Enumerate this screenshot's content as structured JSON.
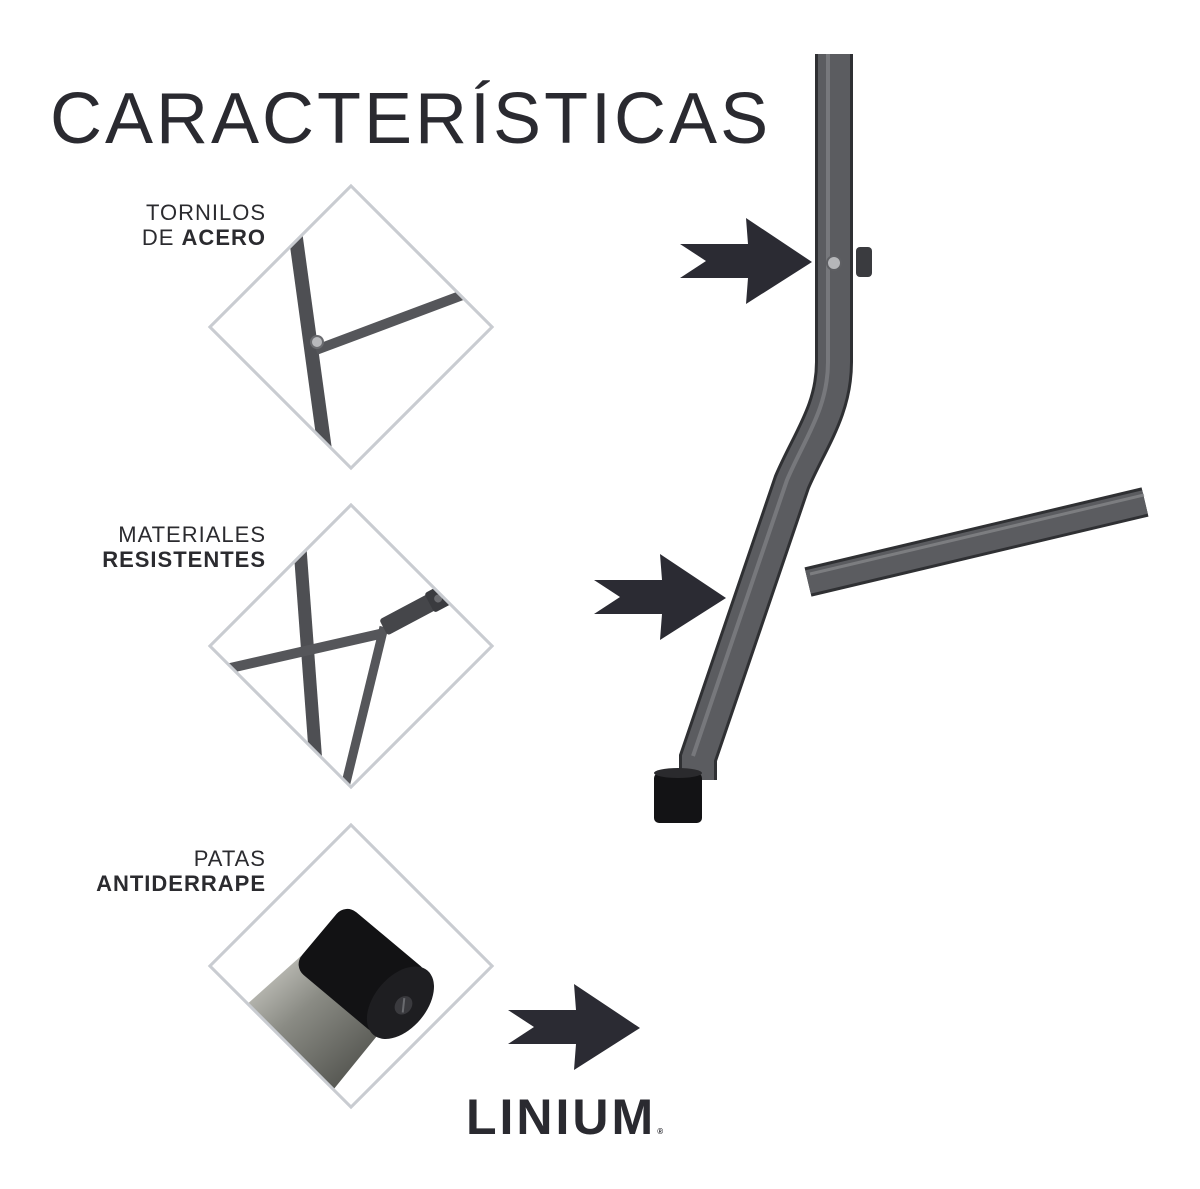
{
  "title": "CARACTERÍSTICAS",
  "features": [
    {
      "line1": "TORNILOS",
      "line2_light": "DE ",
      "line2_bold": "ACERO"
    },
    {
      "line1": "MATERIALES",
      "line2_light": "",
      "line2_bold": "RESISTENTES"
    },
    {
      "line1": "PATAS",
      "line2_light": "",
      "line2_bold": "ANTIDERRAPE"
    }
  ],
  "brand": {
    "name": "LINIUM",
    "mark": "®"
  },
  "colors": {
    "text": "#2a2a30",
    "arrow": "#2b2b33",
    "steel": "#55565a",
    "frame": "#c9ccd1"
  },
  "icons": [
    "arrow-right-icon",
    "table-leg-image",
    "bolt-closeup-image",
    "hinge-closeup-image",
    "rubber-foot-closeup-image"
  ]
}
